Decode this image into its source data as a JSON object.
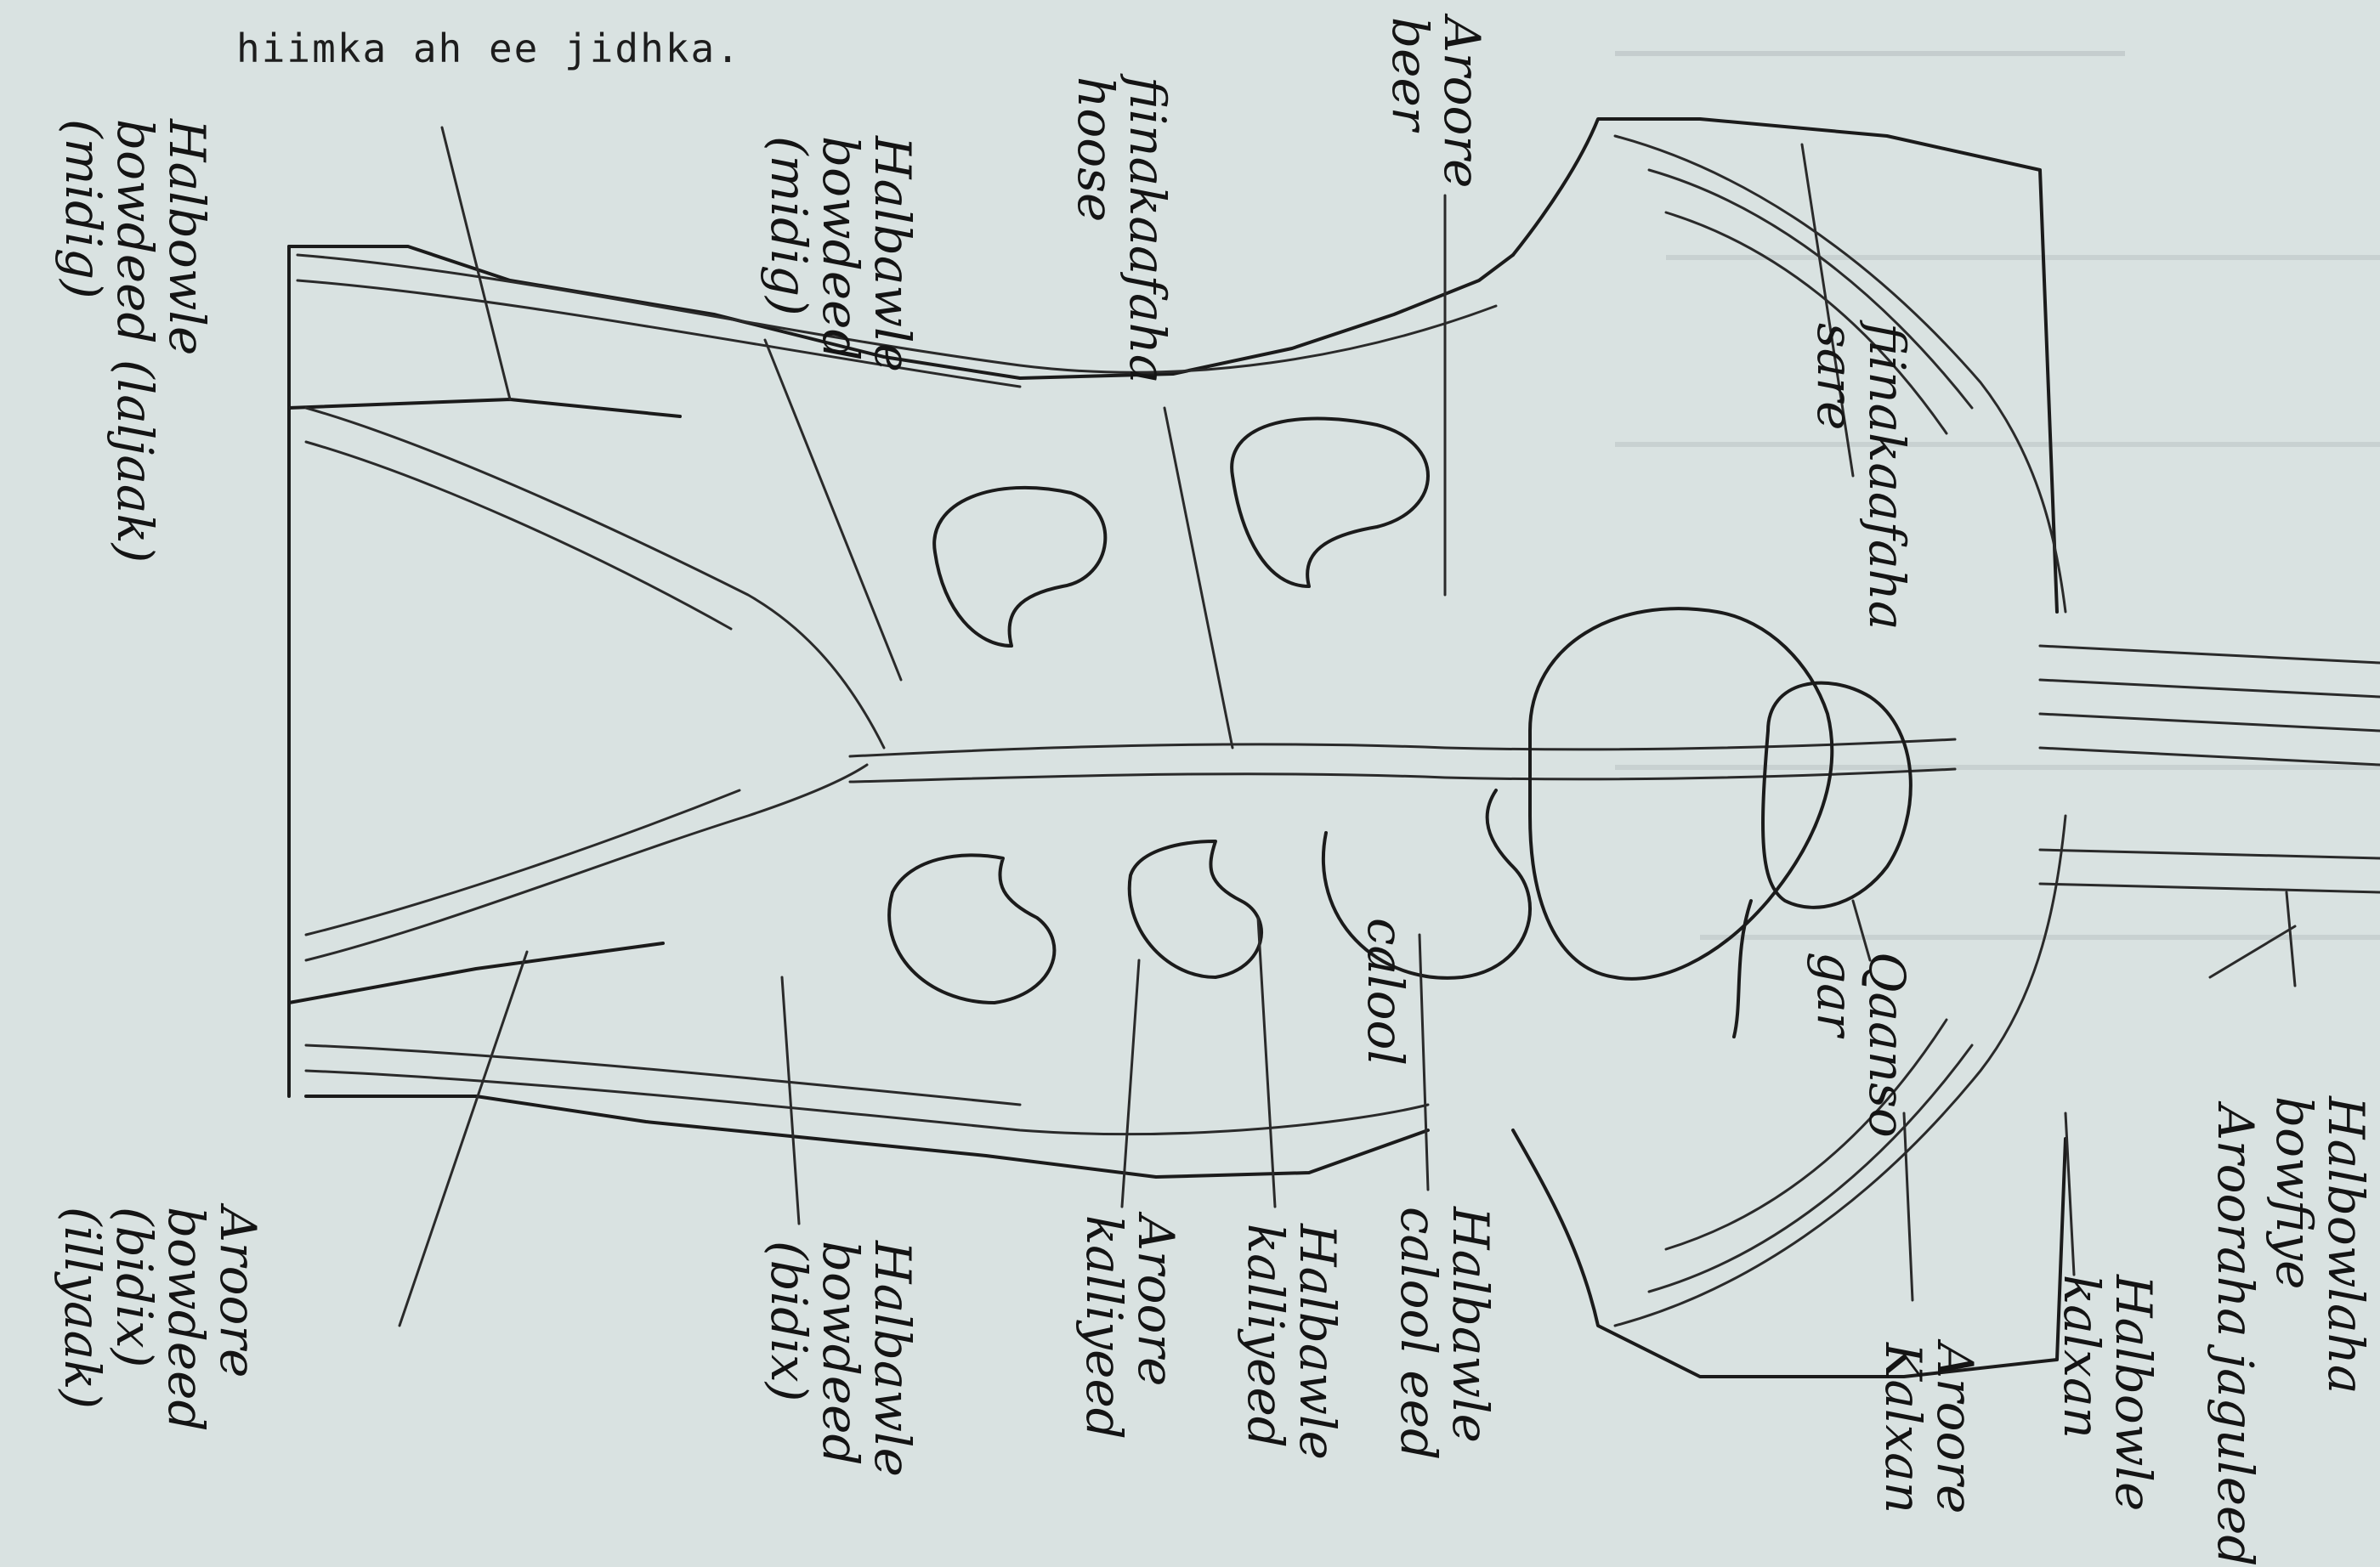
{
  "header_text": "hiimka ah ee jidhka.",
  "labels": {
    "aroore_beer": [
      "Aroore",
      "beer"
    ],
    "fiinakaafaha_hoose": [
      "fiinakaafaha",
      "hoose"
    ],
    "halbawle_bowdeed_midig": [
      "Halbawle",
      "bowdeed",
      "(midig)"
    ],
    "halbowle_bowdeed_midig": [
      "Halbowle",
      "bowdeed (laljaak)",
      "(midig)"
    ],
    "fiinakaafaha_sare": [
      "fiinakaafaha",
      "sare"
    ],
    "calool": [
      "calool"
    ],
    "qaansogar": [
      "Qaanso",
      "gar"
    ],
    "halbowlaha_bowfiye": [
      "Halbowlaha",
      "bowfiye"
    ],
    "aroorah_jaguleed": [
      "Arooraha jaguleed"
    ],
    "halbowle_kalxan": [
      "Halbowle",
      "kalxan"
    ],
    "aroore_kalxan": [
      "Aroore",
      "Kalxan"
    ],
    "halbawle_calooleed": [
      "Halbawle",
      "calool eed"
    ],
    "halbawle_kalliyeed": [
      "Halbawle",
      "kalliyeed"
    ],
    "aroore_kalliyeed": [
      "Aroore",
      "kalliyeed"
    ],
    "halbawle_bowdeed_bidix": [
      "Halbawle",
      "bowdeed",
      "(bidix)"
    ],
    "aroore_bowdeed_bidix": [
      "Aroore",
      "bowdeed",
      "(bidix)",
      "(illyaak)"
    ]
  }
}
